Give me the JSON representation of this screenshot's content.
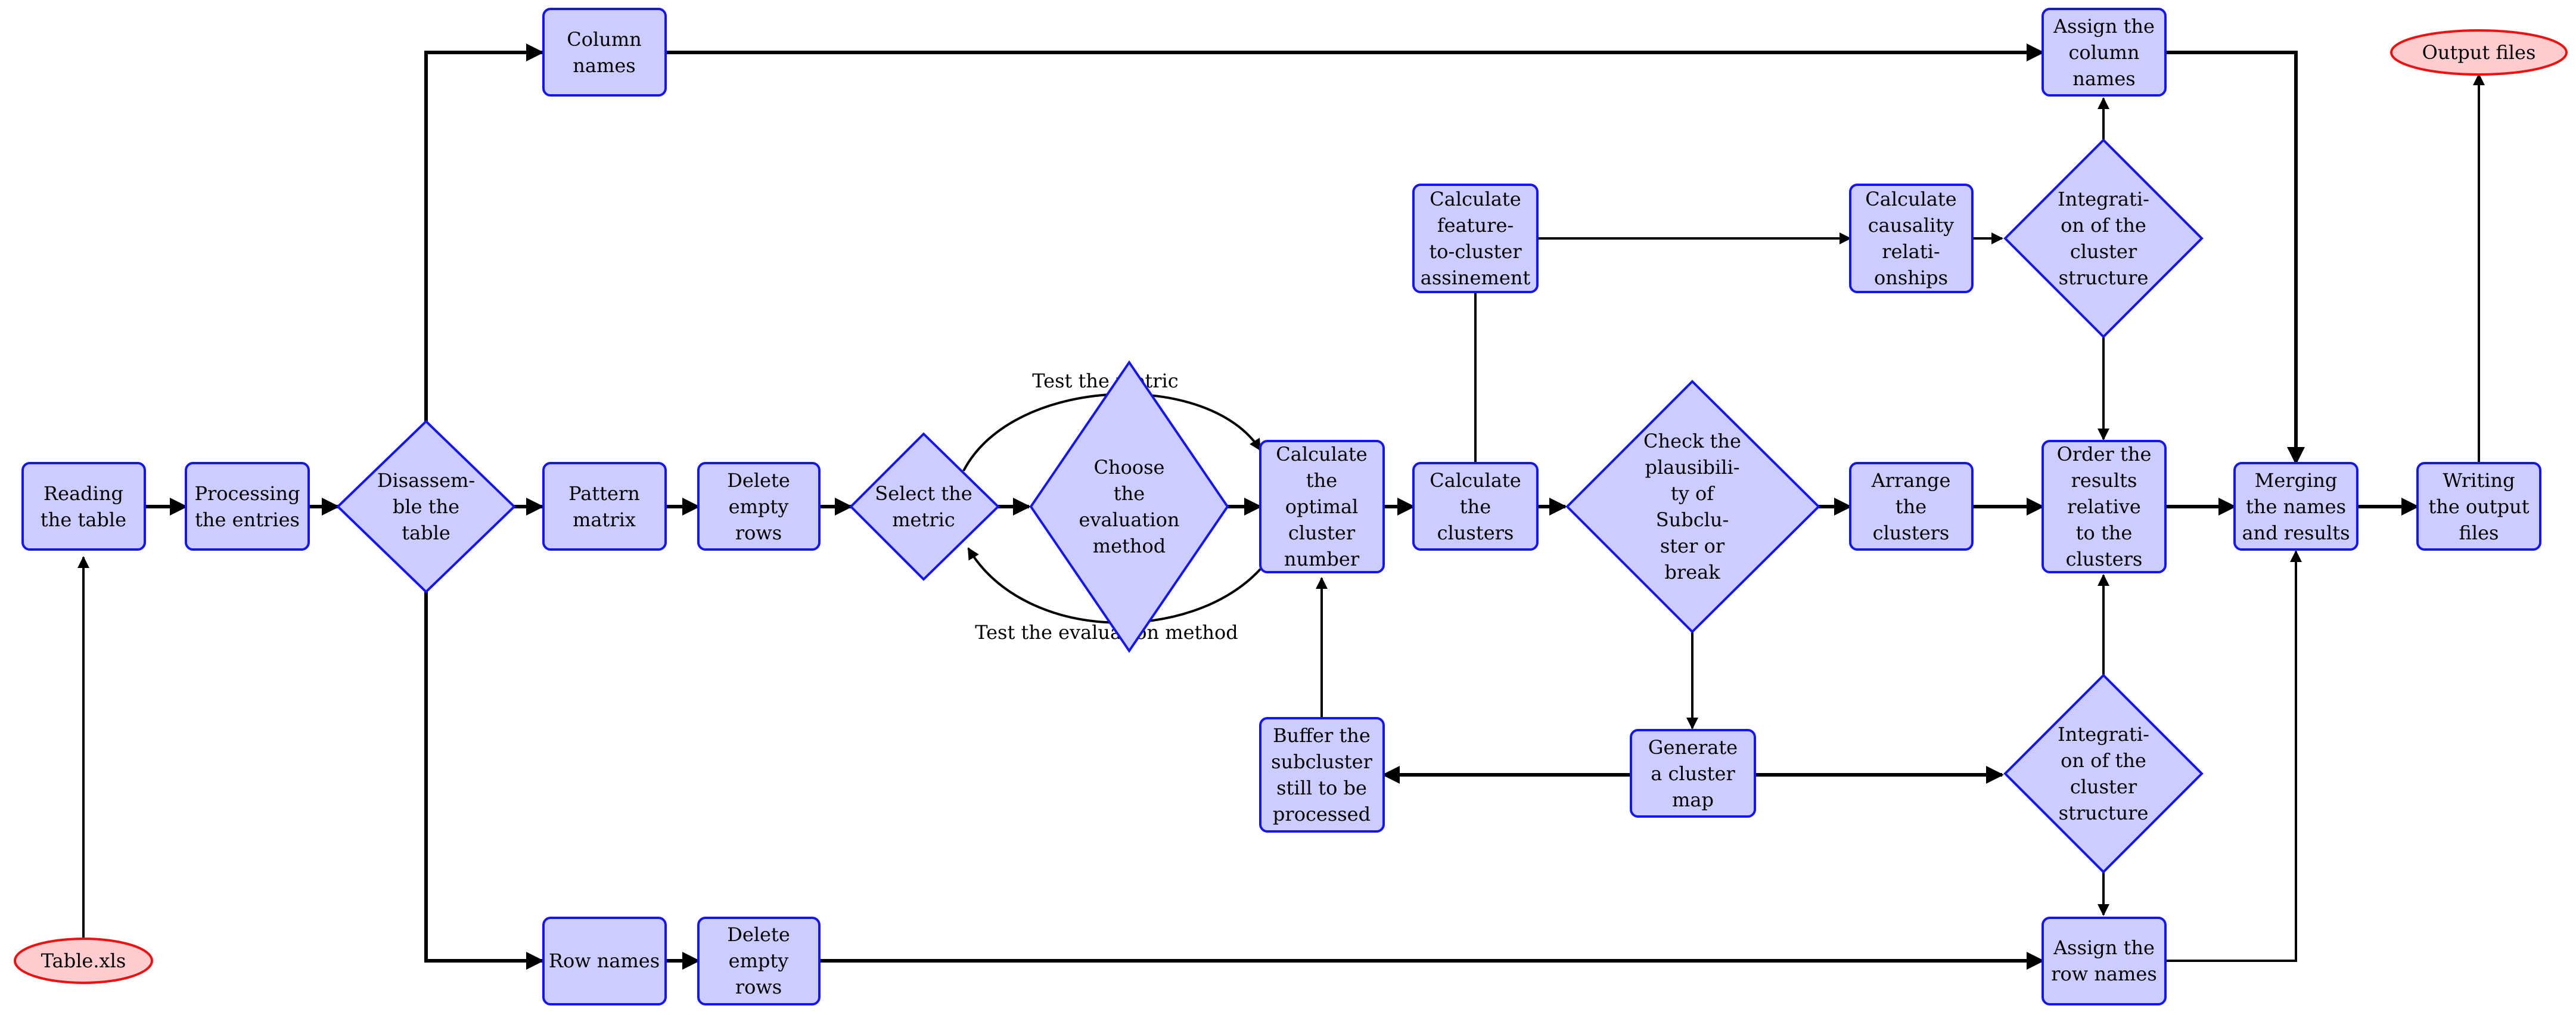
{
  "nodes": {
    "table_xls": [
      "Table.xls"
    ],
    "reading": [
      "Reading",
      "the table"
    ],
    "processing": [
      "Processing",
      "the entries"
    ],
    "disassemble": [
      "Disassem-",
      "ble the",
      "table"
    ],
    "column_names": [
      "Column",
      "names"
    ],
    "row_names": [
      "Row names"
    ],
    "pattern_matrix": [
      "Pattern",
      "matrix"
    ],
    "delete_rows_mid": [
      "Delete",
      "empty",
      "rows"
    ],
    "delete_rows_bottom": [
      "Delete",
      "empty",
      "rows"
    ],
    "select_metric": [
      "Select the",
      "metric"
    ],
    "choose_method": [
      "Choose",
      "the",
      "evaluation",
      "method"
    ],
    "calc_optimal": [
      "Calculate",
      "the",
      "optimal",
      "cluster",
      "number"
    ],
    "buffer": [
      "Buffer the",
      "subcluster",
      "still to be",
      "processed"
    ],
    "calc_clusters": [
      "Calculate",
      "the",
      "clusters"
    ],
    "feature_assign": [
      "Calculate",
      "feature-",
      "to-cluster",
      "assinement"
    ],
    "check_plaus": [
      "Check the",
      "plausibili-",
      "ty of",
      "Subclu-",
      "ster or",
      "break"
    ],
    "generate_map": [
      "Generate",
      "a cluster",
      "map"
    ],
    "causality": [
      "Calculate",
      "causality",
      "relati-",
      "onships"
    ],
    "arrange": [
      "Arrange",
      "the",
      "clusters"
    ],
    "integ_top": [
      "Integrati-",
      "on of the",
      "cluster",
      "structure"
    ],
    "integ_bottom": [
      "Integrati-",
      "on of the",
      "cluster",
      "structure"
    ],
    "assign_col": [
      "Assign the",
      "column",
      "names"
    ],
    "order_results": [
      "Order the",
      "results",
      "relative",
      "to the",
      "clusters"
    ],
    "assign_row": [
      "Assign the",
      "row names"
    ],
    "merging": [
      "Merging",
      "the names",
      "and results"
    ],
    "writing": [
      "Writing",
      "the output",
      "files"
    ],
    "output_files": [
      "Output files"
    ]
  },
  "edge_labels": {
    "test_metric": "Test the metric",
    "test_method": "Test the evaluation method"
  },
  "colors": {
    "box_fill": "#ccccff",
    "box_stroke": "#1515ee",
    "oval_fill": "#ffccd0",
    "oval_stroke": "#ee1111"
  }
}
